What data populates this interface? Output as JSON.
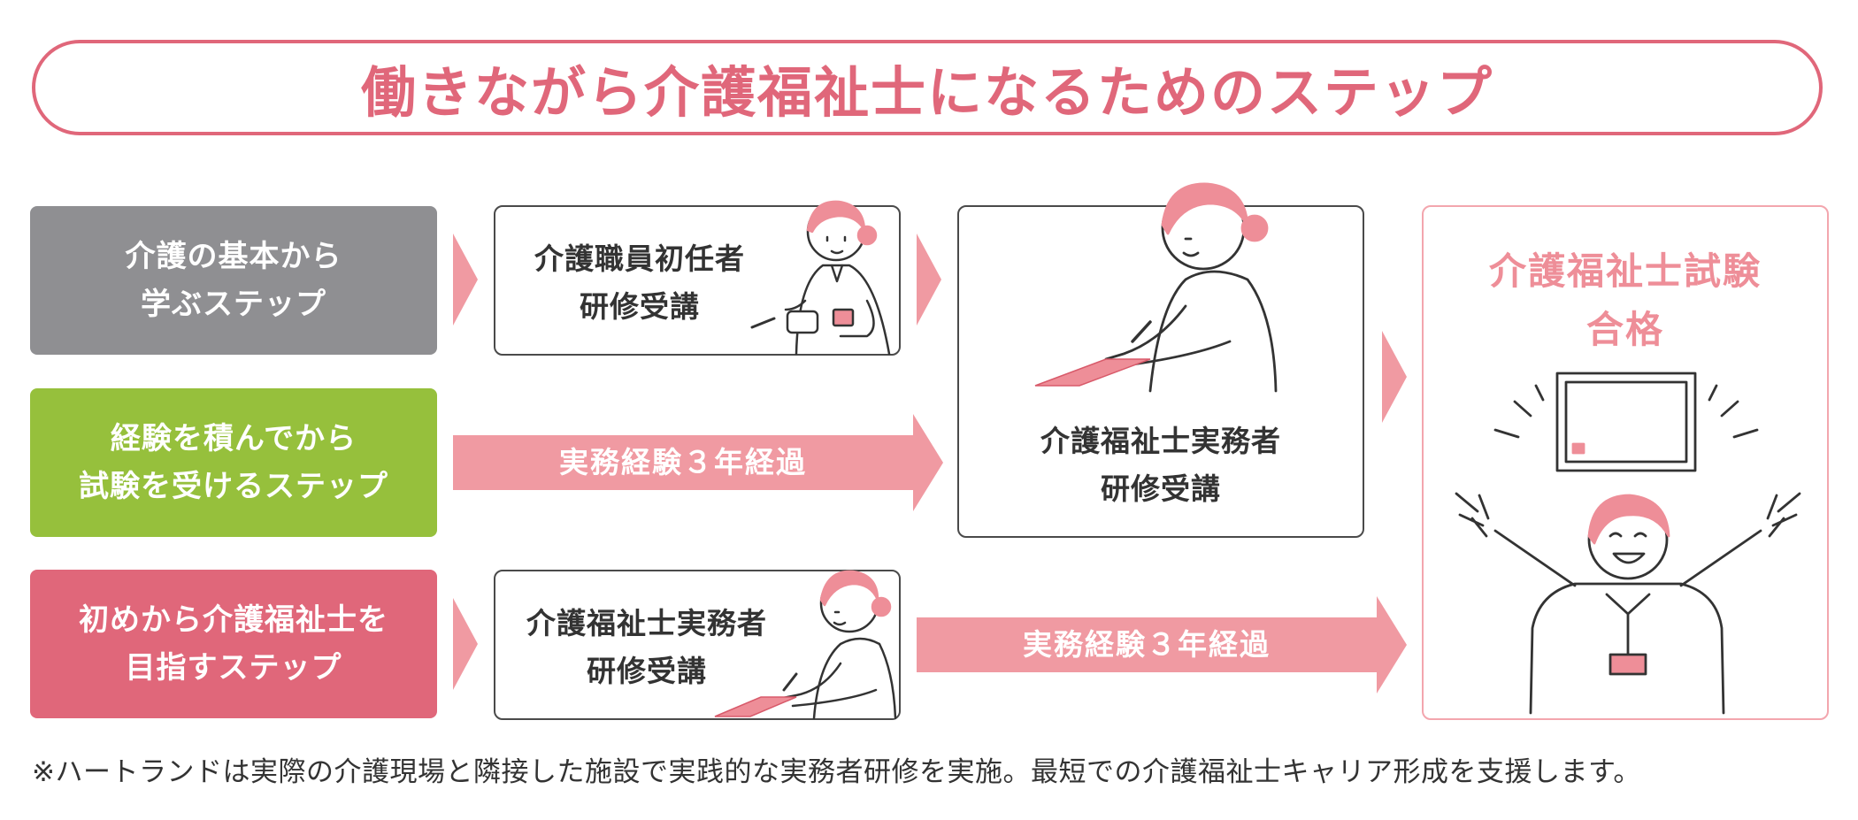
{
  "title": "働きながら介護福祉士になるためのステップ",
  "left_boxes": [
    {
      "line1": "介護の基本から",
      "line2": "学ぶステップ",
      "color": "#8f8f92"
    },
    {
      "line1": "経験を積んでから",
      "line2": "試験を受けるステップ",
      "color": "#96c03c"
    },
    {
      "line1": "初めから介護福祉士を",
      "line2": "目指すステップ",
      "color": "#e0677a"
    }
  ],
  "cards": {
    "initial_training": {
      "line1": "介護職員初任者",
      "line2": "研修受講"
    },
    "practitioner_center": {
      "line1": "介護福祉士実務者",
      "line2": "研修受講"
    },
    "practitioner_bottom": {
      "line1": "介護福祉士実務者",
      "line2": "研修受講"
    }
  },
  "experience_arrows": [
    "実務経験３年経過",
    "実務経験３年経過"
  ],
  "result": {
    "line1": "介護福祉士試験",
    "line2": "合格"
  },
  "footnote": "※ハートランドは実際の介護現場と隣接した施設で実践的な実務者研修を実施。最短での介護福祉士キャリア形成を支援します。",
  "colors": {
    "accent": "#e0677a",
    "arrow": "#f09aa2",
    "gray": "#8f8f92",
    "green": "#96c03c",
    "result_text": "#ee8e98"
  }
}
